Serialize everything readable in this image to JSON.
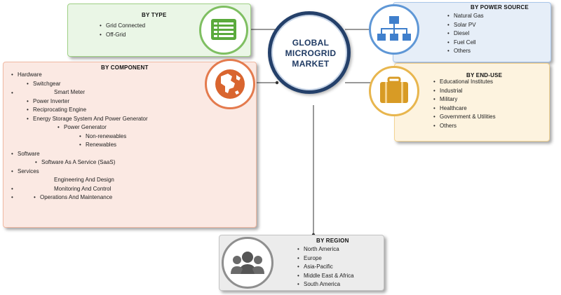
{
  "center": {
    "line1": "GLOBAL",
    "line2": "MICROGRID",
    "line3": "MARKET"
  },
  "by_type": {
    "title": "BY TYPE",
    "icon": "list-icon",
    "items": [
      "Grid Connected",
      "Off-Grid"
    ],
    "fill": "#eaf6e6",
    "border": "#7fbf62"
  },
  "by_power_source": {
    "title": "BY POWER SOURCE",
    "icon": "hierarchy-icon",
    "items": [
      "Natural Gas",
      "Solar PV",
      "Diesel",
      "Fuel Cell",
      "Others"
    ],
    "fill": "#e6eef8",
    "border": "#6d9fd8"
  },
  "by_component": {
    "title": "BY COMPONENT",
    "icon": "globe-icon",
    "items": [
      "Hardware",
      "Switchgear",
      "Smart Meter",
      "Power Inverter",
      "Reciprocating Engine",
      "Energy Storage System And Power Generator",
      "Power Generator",
      "Non-renewables",
      "Renewables",
      "Software",
      "Software As A Service (SaaS)",
      "Services",
      "Engineering And Design",
      "Monitoring And Control",
      "Operations And Maintenance"
    ],
    "fill": "#fbe9e3",
    "border": "#e08a63"
  },
  "by_end_use": {
    "title": "BY END-USE",
    "icon": "suitcase-icon",
    "items": [
      "Educational Institutes",
      "Industrial",
      "Military",
      "Healthcare",
      "Government & Utilities",
      "Others"
    ],
    "fill": "#fdf3df",
    "border": "#f0c46c"
  },
  "by_region": {
    "title": "BY REGION",
    "icon": "people-icon",
    "items": [
      "North America",
      "Europe",
      "Asia-Pacific",
      "Middle East & Africa",
      "South America"
    ],
    "fill": "#ececec",
    "border": "#a5a5a5"
  },
  "colors": {
    "center_ring": "#24406a",
    "type_ring": "#7fbf62",
    "power_ring": "#5f97d6",
    "component_ring": "#e47b4e",
    "enduse_ring": "#e8b64e",
    "region_ring": "#8f8f8f"
  }
}
